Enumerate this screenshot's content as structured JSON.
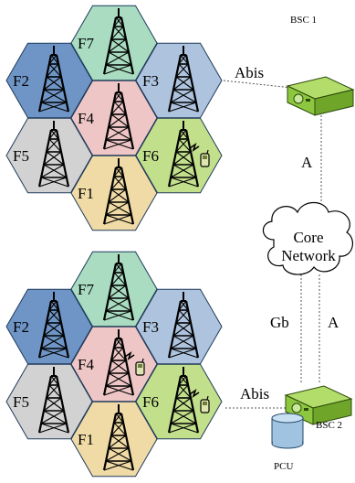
{
  "cluster_top": {
    "cells": [
      {
        "id": "F7",
        "label": "F7",
        "color": "#a9dcc0",
        "has_phone": false
      },
      {
        "id": "F2",
        "label": "F2",
        "color": "#6f95c6",
        "has_phone": false
      },
      {
        "id": "F3",
        "label": "F3",
        "color": "#aec3de",
        "has_phone": false
      },
      {
        "id": "F4",
        "label": "F4",
        "color": "#efc6c6",
        "has_phone": false
      },
      {
        "id": "F5",
        "label": "F5",
        "color": "#d2d2d2",
        "has_phone": false
      },
      {
        "id": "F6",
        "label": "F6",
        "color": "#c2df8c",
        "has_phone": true
      },
      {
        "id": "F1",
        "label": "F1",
        "color": "#f0dba6",
        "has_phone": false
      }
    ]
  },
  "cluster_bottom": {
    "cells": [
      {
        "id": "F7",
        "label": "F7",
        "color": "#a9dcc0",
        "has_phone": false
      },
      {
        "id": "F2",
        "label": "F2",
        "color": "#6f95c6",
        "has_phone": false
      },
      {
        "id": "F3",
        "label": "F3",
        "color": "#aec3de",
        "has_phone": false
      },
      {
        "id": "F4",
        "label": "F4",
        "color": "#efc6c6",
        "has_phone": true
      },
      {
        "id": "F5",
        "label": "F5",
        "color": "#d2d2d2",
        "has_phone": false
      },
      {
        "id": "F6",
        "label": "F6",
        "color": "#c2df8c",
        "has_phone": true
      },
      {
        "id": "F1",
        "label": "F1",
        "color": "#f0dba6",
        "has_phone": false
      }
    ]
  },
  "nodes": {
    "bsc1": {
      "label": "BSC 1",
      "color": "#8dc63f"
    },
    "bsc2": {
      "label": "BSC 2",
      "color": "#8dc63f"
    },
    "pcu": {
      "label": "PCU",
      "color": "#9fc3e0"
    },
    "core": {
      "line1": "Core",
      "line2": "Network"
    }
  },
  "links": {
    "abis_top": "Abis",
    "abis_bottom": "Abis",
    "a_top": "A",
    "gb": "Gb",
    "a_bottom": "A"
  }
}
